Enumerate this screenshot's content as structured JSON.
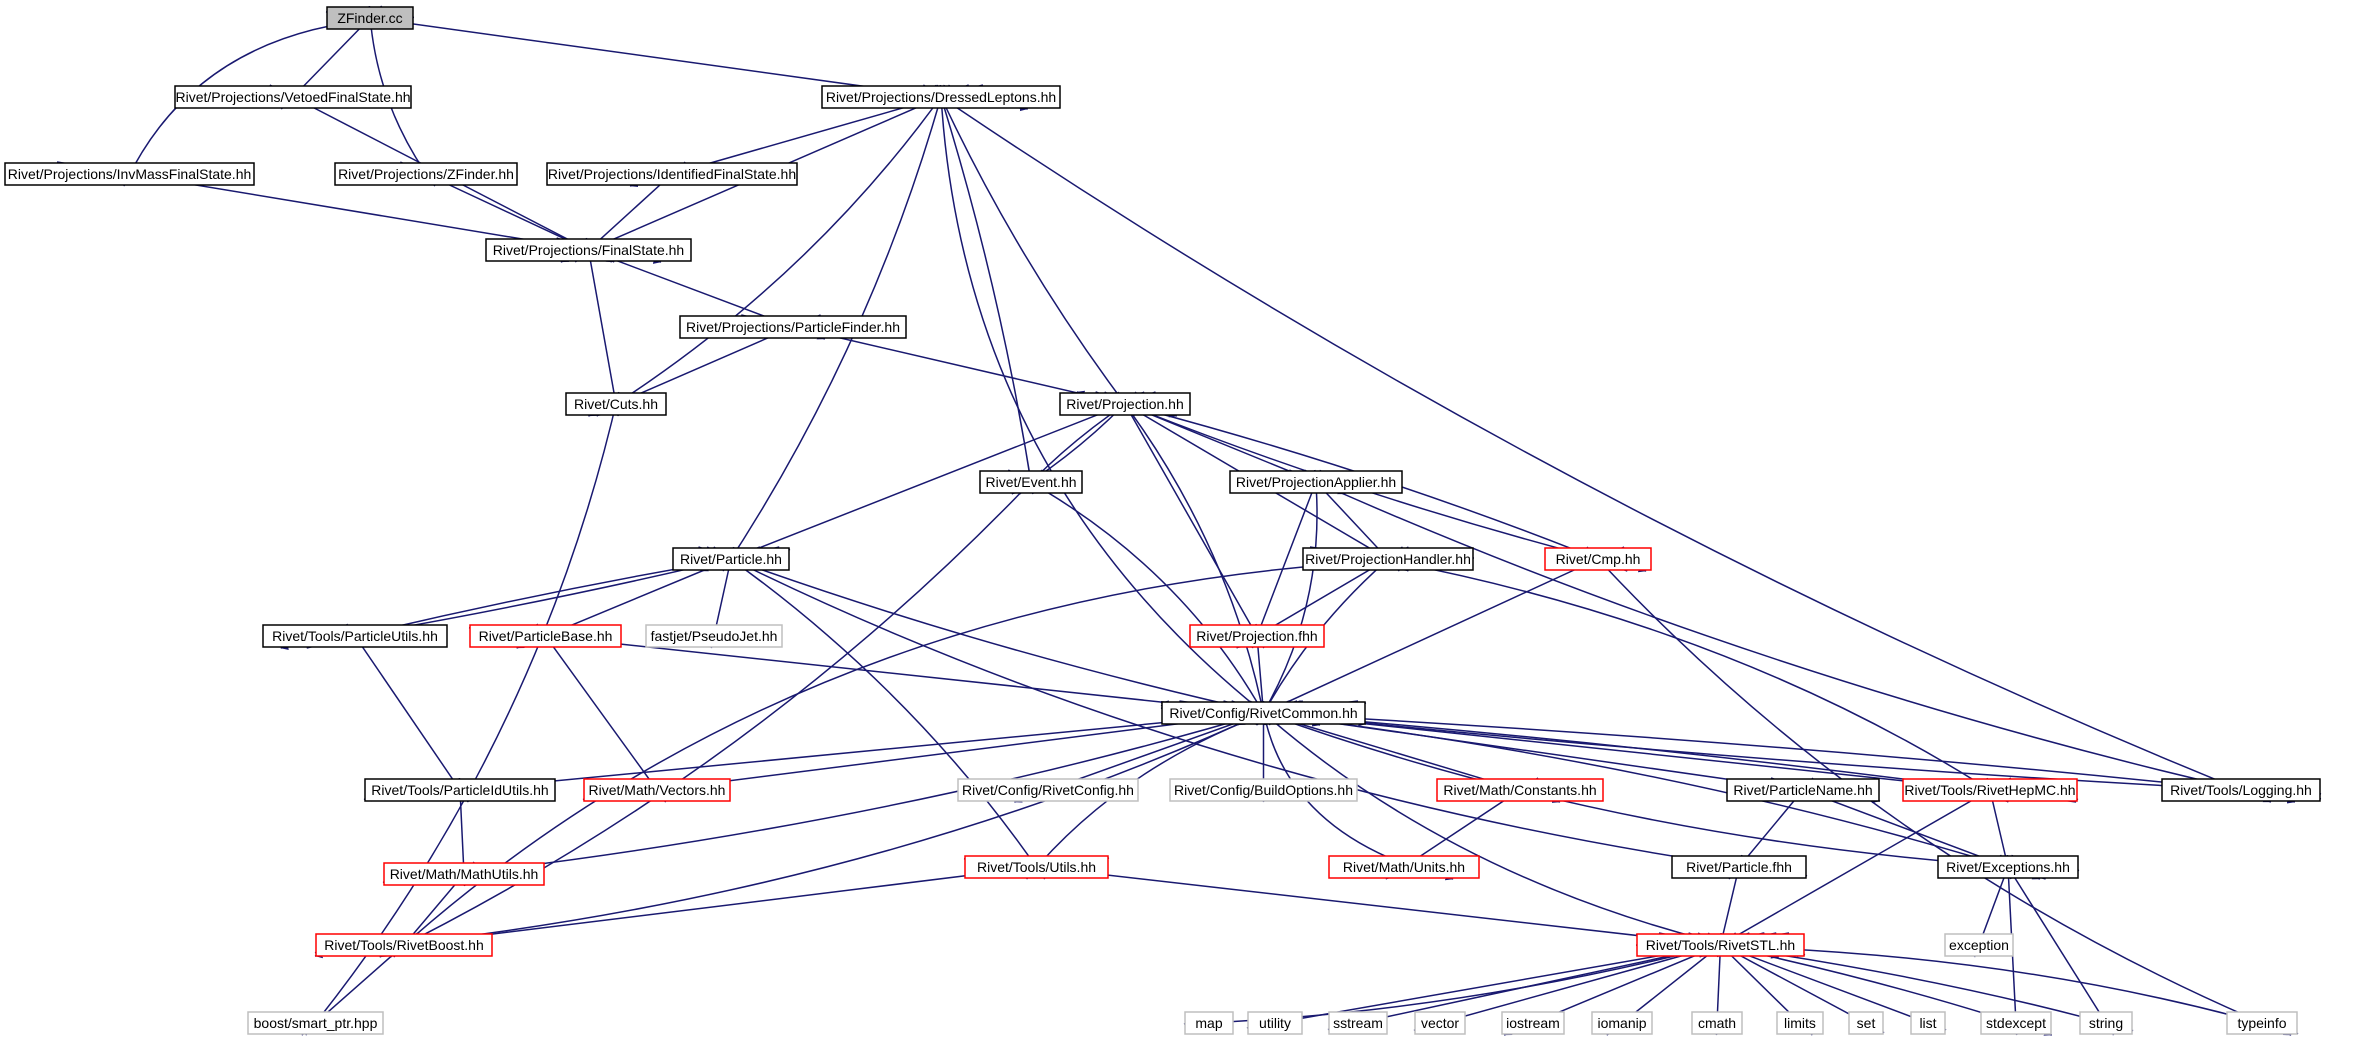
{
  "graph": {
    "edge_color": "#191970",
    "border_colors": {
      "normal": "#000000",
      "red": "#ff0000",
      "ext": "#bfbfbf",
      "root_fill": "#bfbfbf"
    },
    "nodes": [
      {
        "id": "zfinder_cc",
        "label": "ZFinder.cc",
        "style": "root"
      },
      {
        "id": "vetoed",
        "label": "Rivet/Projections/VetoedFinalState.hh",
        "style": "normal"
      },
      {
        "id": "dressed",
        "label": "Rivet/Projections/DressedLeptons.hh",
        "style": "normal"
      },
      {
        "id": "invmass",
        "label": "Rivet/Projections/InvMassFinalState.hh",
        "style": "normal"
      },
      {
        "id": "zfinder_hh",
        "label": "Rivet/Projections/ZFinder.hh",
        "style": "normal"
      },
      {
        "id": "identified",
        "label": "Rivet/Projections/IdentifiedFinalState.hh",
        "style": "normal"
      },
      {
        "id": "finalstate",
        "label": "Rivet/Projections/FinalState.hh",
        "style": "normal"
      },
      {
        "id": "partfinder",
        "label": "Rivet/Projections/ParticleFinder.hh",
        "style": "normal"
      },
      {
        "id": "cuts",
        "label": "Rivet/Cuts.hh",
        "style": "normal"
      },
      {
        "id": "projection",
        "label": "Rivet/Projection.hh",
        "style": "normal"
      },
      {
        "id": "event",
        "label": "Rivet/Event.hh",
        "style": "normal"
      },
      {
        "id": "projapplier",
        "label": "Rivet/ProjectionApplier.hh",
        "style": "normal"
      },
      {
        "id": "projhandler",
        "label": "Rivet/ProjectionHandler.hh",
        "style": "normal"
      },
      {
        "id": "cmp",
        "label": "Rivet/Cmp.hh",
        "style": "red"
      },
      {
        "id": "particle",
        "label": "Rivet/Particle.hh",
        "style": "normal"
      },
      {
        "id": "partutils",
        "label": "Rivet/Tools/ParticleUtils.hh",
        "style": "normal"
      },
      {
        "id": "partbase",
        "label": "Rivet/ParticleBase.hh",
        "style": "red"
      },
      {
        "id": "pseudojet",
        "label": "fastjet/PseudoJet.hh",
        "style": "ext"
      },
      {
        "id": "projfhh",
        "label": "Rivet/Projection.fhh",
        "style": "red"
      },
      {
        "id": "rivetcommon",
        "label": "Rivet/Config/RivetCommon.hh",
        "style": "normal"
      },
      {
        "id": "pidutils",
        "label": "Rivet/Tools/ParticleIdUtils.hh",
        "style": "normal"
      },
      {
        "id": "vectors",
        "label": "Rivet/Math/Vectors.hh",
        "style": "red"
      },
      {
        "id": "rivetconfig",
        "label": "Rivet/Config/RivetConfig.hh",
        "style": "ext"
      },
      {
        "id": "buildoptions",
        "label": "Rivet/Config/BuildOptions.hh",
        "style": "ext"
      },
      {
        "id": "constants",
        "label": "Rivet/Math/Constants.hh",
        "style": "red"
      },
      {
        "id": "particlename",
        "label": "Rivet/ParticleName.hh",
        "style": "normal"
      },
      {
        "id": "rivethepmc",
        "label": "Rivet/Tools/RivetHepMC.hh",
        "style": "red"
      },
      {
        "id": "logging",
        "label": "Rivet/Tools/Logging.hh",
        "style": "normal"
      },
      {
        "id": "mathutils",
        "label": "Rivet/Math/MathUtils.hh",
        "style": "red"
      },
      {
        "id": "toolsutils",
        "label": "Rivet/Tools/Utils.hh",
        "style": "red"
      },
      {
        "id": "units",
        "label": "Rivet/Math/Units.hh",
        "style": "red"
      },
      {
        "id": "partfhh",
        "label": "Rivet/Particle.fhh",
        "style": "normal"
      },
      {
        "id": "exceptions",
        "label": "Rivet/Exceptions.hh",
        "style": "normal"
      },
      {
        "id": "exception",
        "label": "exception",
        "style": "ext"
      },
      {
        "id": "rivetboost",
        "label": "Rivet/Tools/RivetBoost.hh",
        "style": "red"
      },
      {
        "id": "rivetstl",
        "label": "Rivet/Tools/RivetSTL.hh",
        "style": "red"
      },
      {
        "id": "smartptr",
        "label": "boost/smart_ptr.hpp",
        "style": "ext"
      },
      {
        "id": "map",
        "label": "map",
        "style": "ext"
      },
      {
        "id": "utility",
        "label": "utility",
        "style": "ext"
      },
      {
        "id": "sstream",
        "label": "sstream",
        "style": "ext"
      },
      {
        "id": "vector",
        "label": "vector",
        "style": "ext"
      },
      {
        "id": "iostream",
        "label": "iostream",
        "style": "ext"
      },
      {
        "id": "iomanip",
        "label": "iomanip",
        "style": "ext"
      },
      {
        "id": "cmath",
        "label": "cmath",
        "style": "ext"
      },
      {
        "id": "limits",
        "label": "limits",
        "style": "ext"
      },
      {
        "id": "set",
        "label": "set",
        "style": "ext"
      },
      {
        "id": "list",
        "label": "list",
        "style": "ext"
      },
      {
        "id": "stdexcept",
        "label": "stdexcept",
        "style": "ext"
      },
      {
        "id": "string",
        "label": "string",
        "style": "ext"
      },
      {
        "id": "typeinfo",
        "label": "typeinfo",
        "style": "ext"
      }
    ],
    "edges": [
      [
        "zfinder_cc",
        "vetoed"
      ],
      [
        "zfinder_cc",
        "dressed"
      ],
      [
        "zfinder_cc",
        "invmass"
      ],
      [
        "zfinder_cc",
        "zfinder_hh"
      ],
      [
        "vetoed",
        "finalstate"
      ],
      [
        "invmass",
        "finalstate"
      ],
      [
        "zfinder_hh",
        "finalstate"
      ],
      [
        "dressed",
        "identified"
      ],
      [
        "dressed",
        "finalstate"
      ],
      [
        "dressed",
        "cuts"
      ],
      [
        "dressed",
        "projection"
      ],
      [
        "dressed",
        "event"
      ],
      [
        "dressed",
        "particle"
      ],
      [
        "dressed",
        "rivetcommon"
      ],
      [
        "dressed",
        "logging"
      ],
      [
        "identified",
        "finalstate"
      ],
      [
        "finalstate",
        "partfinder"
      ],
      [
        "finalstate",
        "cuts"
      ],
      [
        "partfinder",
        "cuts"
      ],
      [
        "partfinder",
        "projection"
      ],
      [
        "cuts",
        "smartptr"
      ],
      [
        "projection",
        "event"
      ],
      [
        "projection",
        "projapplier"
      ],
      [
        "projection",
        "projhandler"
      ],
      [
        "projection",
        "cmp"
      ],
      [
        "projection",
        "particle"
      ],
      [
        "projection",
        "projfhh"
      ],
      [
        "projection",
        "rivetcommon"
      ],
      [
        "event",
        "projection"
      ],
      [
        "event",
        "rivetcommon"
      ],
      [
        "event",
        "rivetboost"
      ],
      [
        "projapplier",
        "projhandler"
      ],
      [
        "projapplier",
        "projfhh"
      ],
      [
        "projapplier",
        "rivetcommon"
      ],
      [
        "projapplier",
        "logging"
      ],
      [
        "projhandler",
        "projfhh"
      ],
      [
        "projhandler",
        "rivetcommon"
      ],
      [
        "projhandler",
        "rivetboost"
      ],
      [
        "projhandler",
        "rivethepmc"
      ],
      [
        "cmp",
        "projection"
      ],
      [
        "cmp",
        "rivetcommon"
      ],
      [
        "cmp",
        "typeinfo"
      ],
      [
        "particle",
        "partutils"
      ],
      [
        "particle",
        "partbase"
      ],
      [
        "particle",
        "pseudojet"
      ],
      [
        "particle",
        "rivetcommon"
      ],
      [
        "particle",
        "partfhh"
      ],
      [
        "particle",
        "toolsutils"
      ],
      [
        "partutils",
        "particle"
      ],
      [
        "partutils",
        "pidutils"
      ],
      [
        "partbase",
        "rivetcommon"
      ],
      [
        "partbase",
        "vectors"
      ],
      [
        "projfhh",
        "rivetcommon"
      ],
      [
        "rivetcommon",
        "pidutils"
      ],
      [
        "rivetcommon",
        "vectors"
      ],
      [
        "rivetcommon",
        "rivetconfig"
      ],
      [
        "rivetcommon",
        "buildoptions"
      ],
      [
        "rivetcommon",
        "constants"
      ],
      [
        "rivetcommon",
        "particlename"
      ],
      [
        "rivetcommon",
        "rivethepmc"
      ],
      [
        "rivetcommon",
        "logging"
      ],
      [
        "rivetcommon",
        "mathutils"
      ],
      [
        "rivetcommon",
        "toolsutils"
      ],
      [
        "rivetcommon",
        "units"
      ],
      [
        "rivetcommon",
        "exceptions"
      ],
      [
        "rivetcommon",
        "rivetboost"
      ],
      [
        "rivetcommon",
        "rivetstl"
      ],
      [
        "rivethepmc",
        "rivetcommon"
      ],
      [
        "rivethepmc",
        "exceptions"
      ],
      [
        "rivethepmc",
        "rivetstl"
      ],
      [
        "logging",
        "rivetcommon"
      ],
      [
        "exceptions",
        "rivetcommon"
      ],
      [
        "exceptions",
        "exception"
      ],
      [
        "exceptions",
        "stdexcept"
      ],
      [
        "exceptions",
        "string"
      ],
      [
        "pidutils",
        "mathutils"
      ],
      [
        "mathutils",
        "rivetboost"
      ],
      [
        "toolsutils",
        "rivetboost"
      ],
      [
        "toolsutils",
        "rivetstl"
      ],
      [
        "constants",
        "units"
      ],
      [
        "particlename",
        "partfhh"
      ],
      [
        "particlename",
        "exceptions"
      ],
      [
        "partfhh",
        "rivetstl"
      ],
      [
        "rivetboost",
        "smartptr"
      ],
      [
        "rivetstl",
        "map"
      ],
      [
        "rivetstl",
        "utility"
      ],
      [
        "rivetstl",
        "sstream"
      ],
      [
        "rivetstl",
        "vector"
      ],
      [
        "rivetstl",
        "iostream"
      ],
      [
        "rivetstl",
        "iomanip"
      ],
      [
        "rivetstl",
        "cmath"
      ],
      [
        "rivetstl",
        "limits"
      ],
      [
        "rivetstl",
        "set"
      ],
      [
        "rivetstl",
        "list"
      ],
      [
        "rivetstl",
        "stdexcept"
      ],
      [
        "rivetstl",
        "string"
      ],
      [
        "rivetstl",
        "typeinfo"
      ]
    ]
  }
}
